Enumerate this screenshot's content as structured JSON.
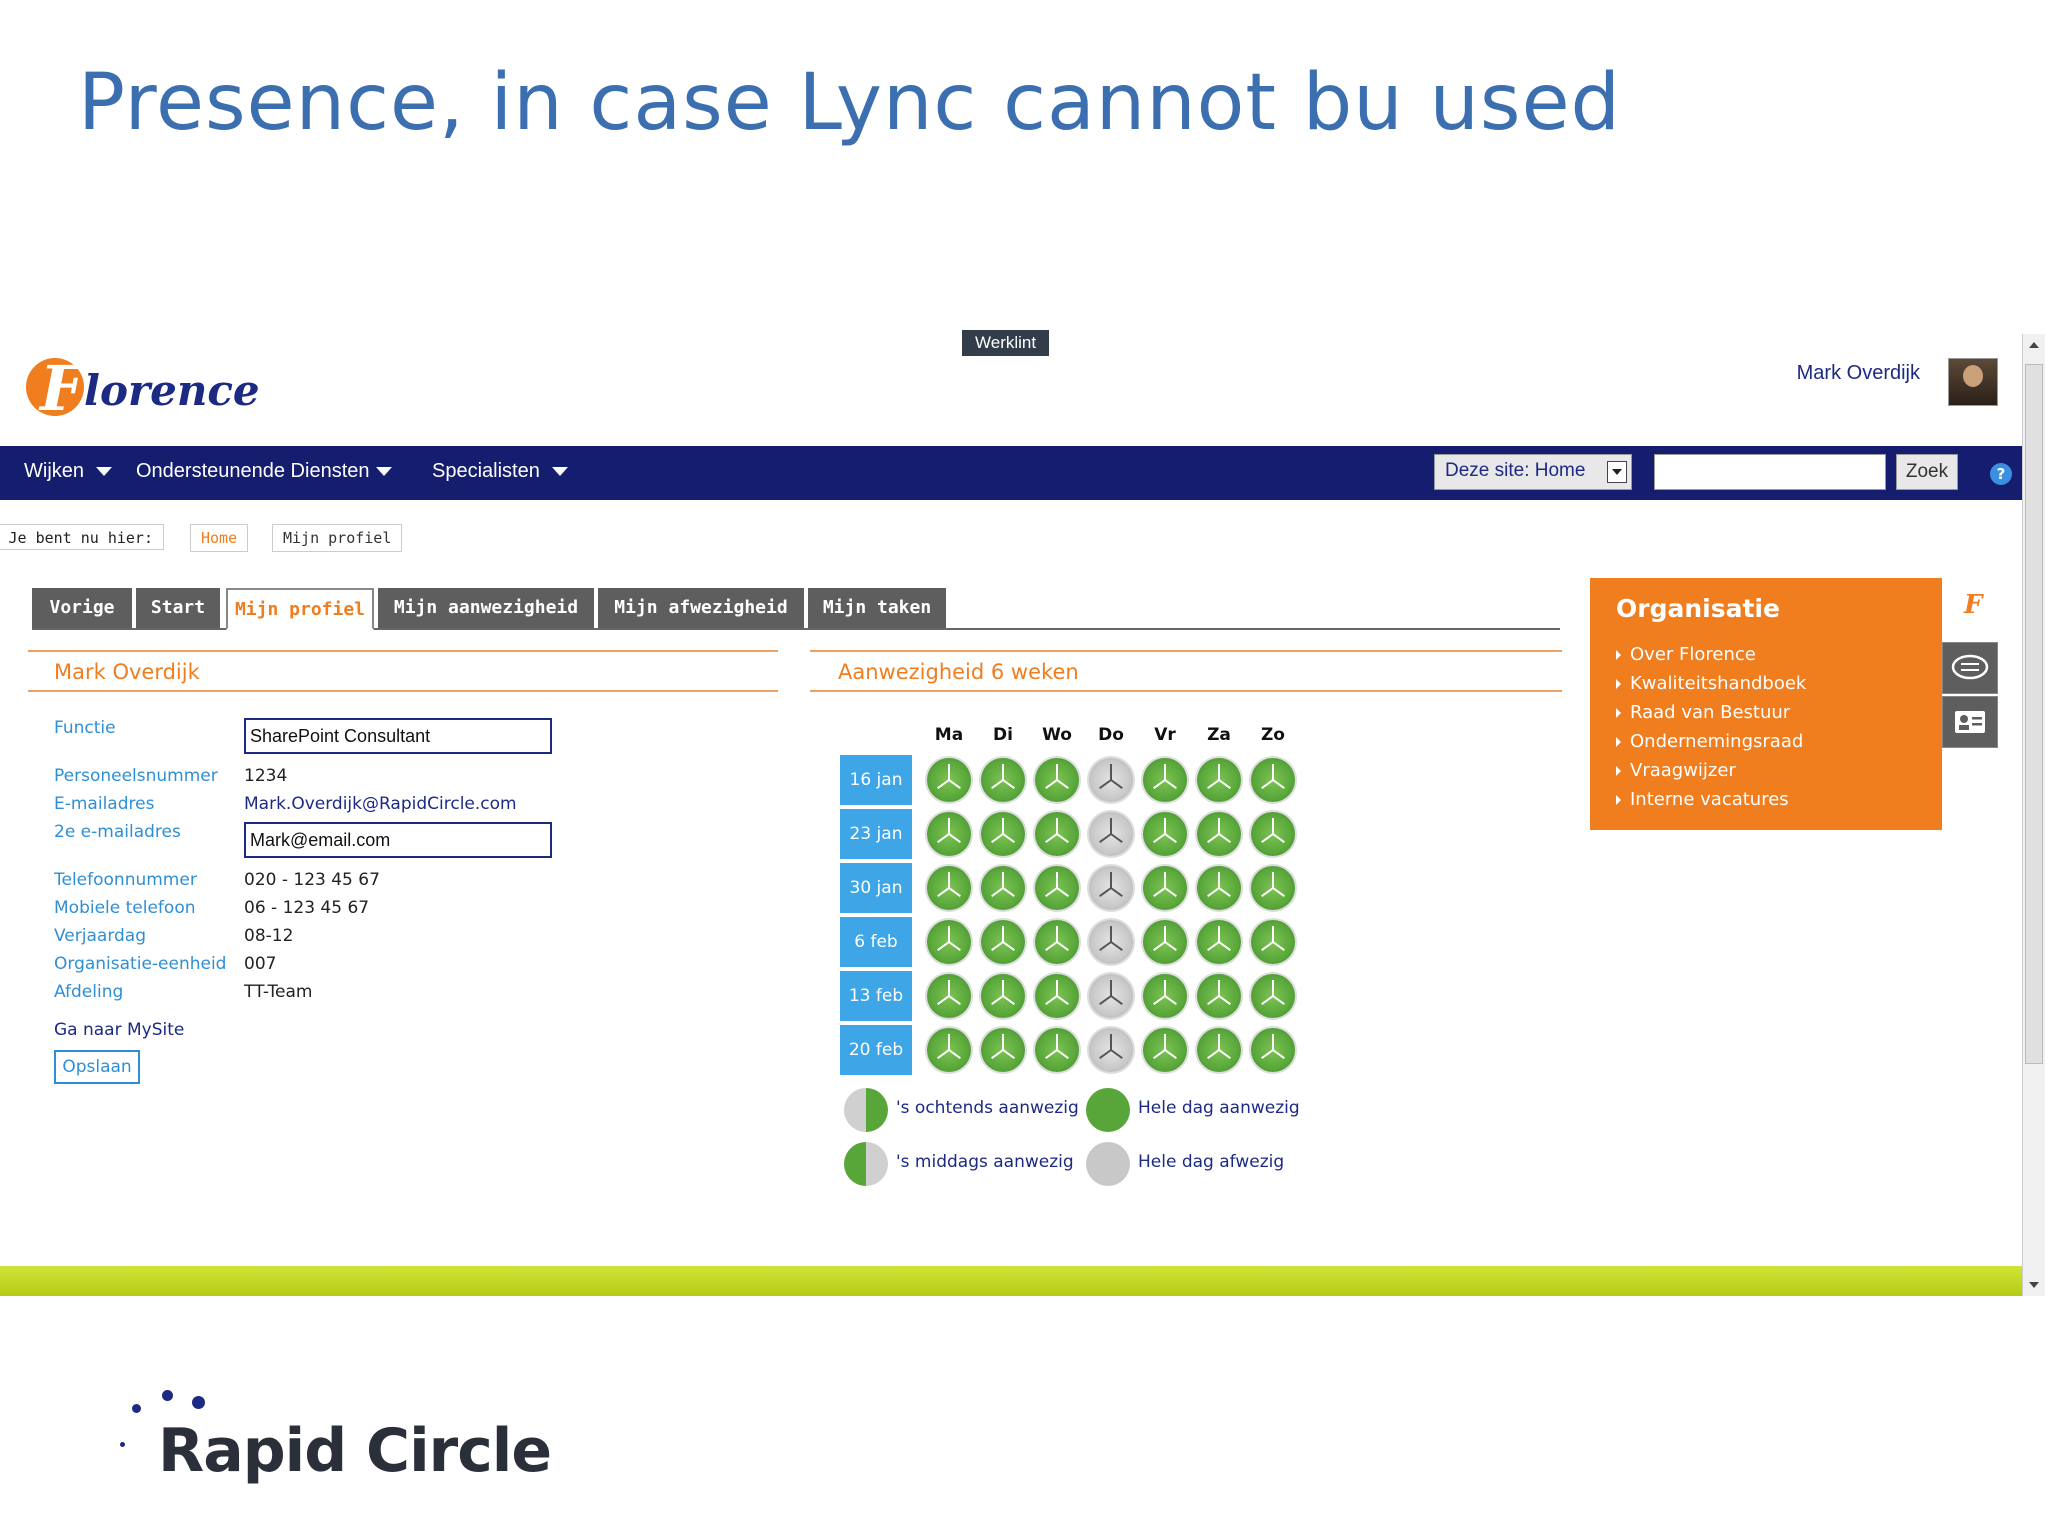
{
  "slide": {
    "title": "Presence, in case Lync cannot bu used"
  },
  "topbar": {
    "werklint": "Werklint",
    "user_name": "Mark Overdijk"
  },
  "logo": {
    "text": "lorence",
    "letter": "F"
  },
  "nav": {
    "items": [
      "Wijken",
      "Ondersteunende Diensten",
      "Specialisten"
    ],
    "site_select": "Deze site: Home",
    "search_button": "Zoek",
    "help": "?"
  },
  "breadcrumb": {
    "prefix": "Je bent nu hier:",
    "home": "Home",
    "current": "Mijn profiel"
  },
  "tabs": [
    "Vorige",
    "Start",
    "Mijn profiel",
    "Mijn aanwezigheid",
    "Mijn afwezigheid",
    "Mijn taken"
  ],
  "profile": {
    "title": "Mark Overdijk",
    "fields": [
      {
        "label": "Functie",
        "value": "SharePoint Consultant"
      },
      {
        "label": "Personeelsnummer",
        "value": "1234"
      },
      {
        "label": "E-mailadres",
        "value": "Mark.Overdijk@RapidCircle.com"
      },
      {
        "label": "2e e-mailadres",
        "value": "Mark@email.com"
      },
      {
        "label": "Telefoonnummer",
        "value": "020 - 123 45 67"
      },
      {
        "label": "Mobiele telefoon",
        "value": "06 - 123 45 67"
      },
      {
        "label": "Verjaardag",
        "value": "08-12"
      },
      {
        "label": "Organisatie-eenheid",
        "value": "007"
      },
      {
        "label": "Afdeling",
        "value": "TT-Team"
      }
    ],
    "mysite_link": "Ga naar MySite",
    "save_button": "Opslaan"
  },
  "presence": {
    "title": "Aanwezigheid 6 weken",
    "days": [
      "Ma",
      "Di",
      "Wo",
      "Do",
      "Vr",
      "Za",
      "Zo"
    ],
    "weeks": [
      "16 jan",
      "23 jan",
      "30 jan",
      "6 feb",
      "13 feb",
      "20 feb"
    ],
    "status_per_day": [
      "present",
      "present",
      "present",
      "absent",
      "present",
      "present",
      "present"
    ],
    "legend": {
      "morning": "'s ochtends aanwezig",
      "full_present": "Hele dag aanwezig",
      "afternoon": "'s middags aanwezig",
      "full_absent": "Hele dag afwezig"
    }
  },
  "organisatie": {
    "title": "Organisatie",
    "items": [
      "Over Florence",
      "Kwaliteitshandboek",
      "Raad van Bestuur",
      "Ondernemingsraad",
      "Vraagwijzer",
      "Interne vacatures"
    ]
  },
  "footer": {
    "brand": "Rapid Circle"
  },
  "colors": {
    "accent": "#f07d1e",
    "nav": "#141d6e",
    "present": "#58a63a",
    "absent": "#c8c8c8",
    "week": "#3ea6e6"
  }
}
